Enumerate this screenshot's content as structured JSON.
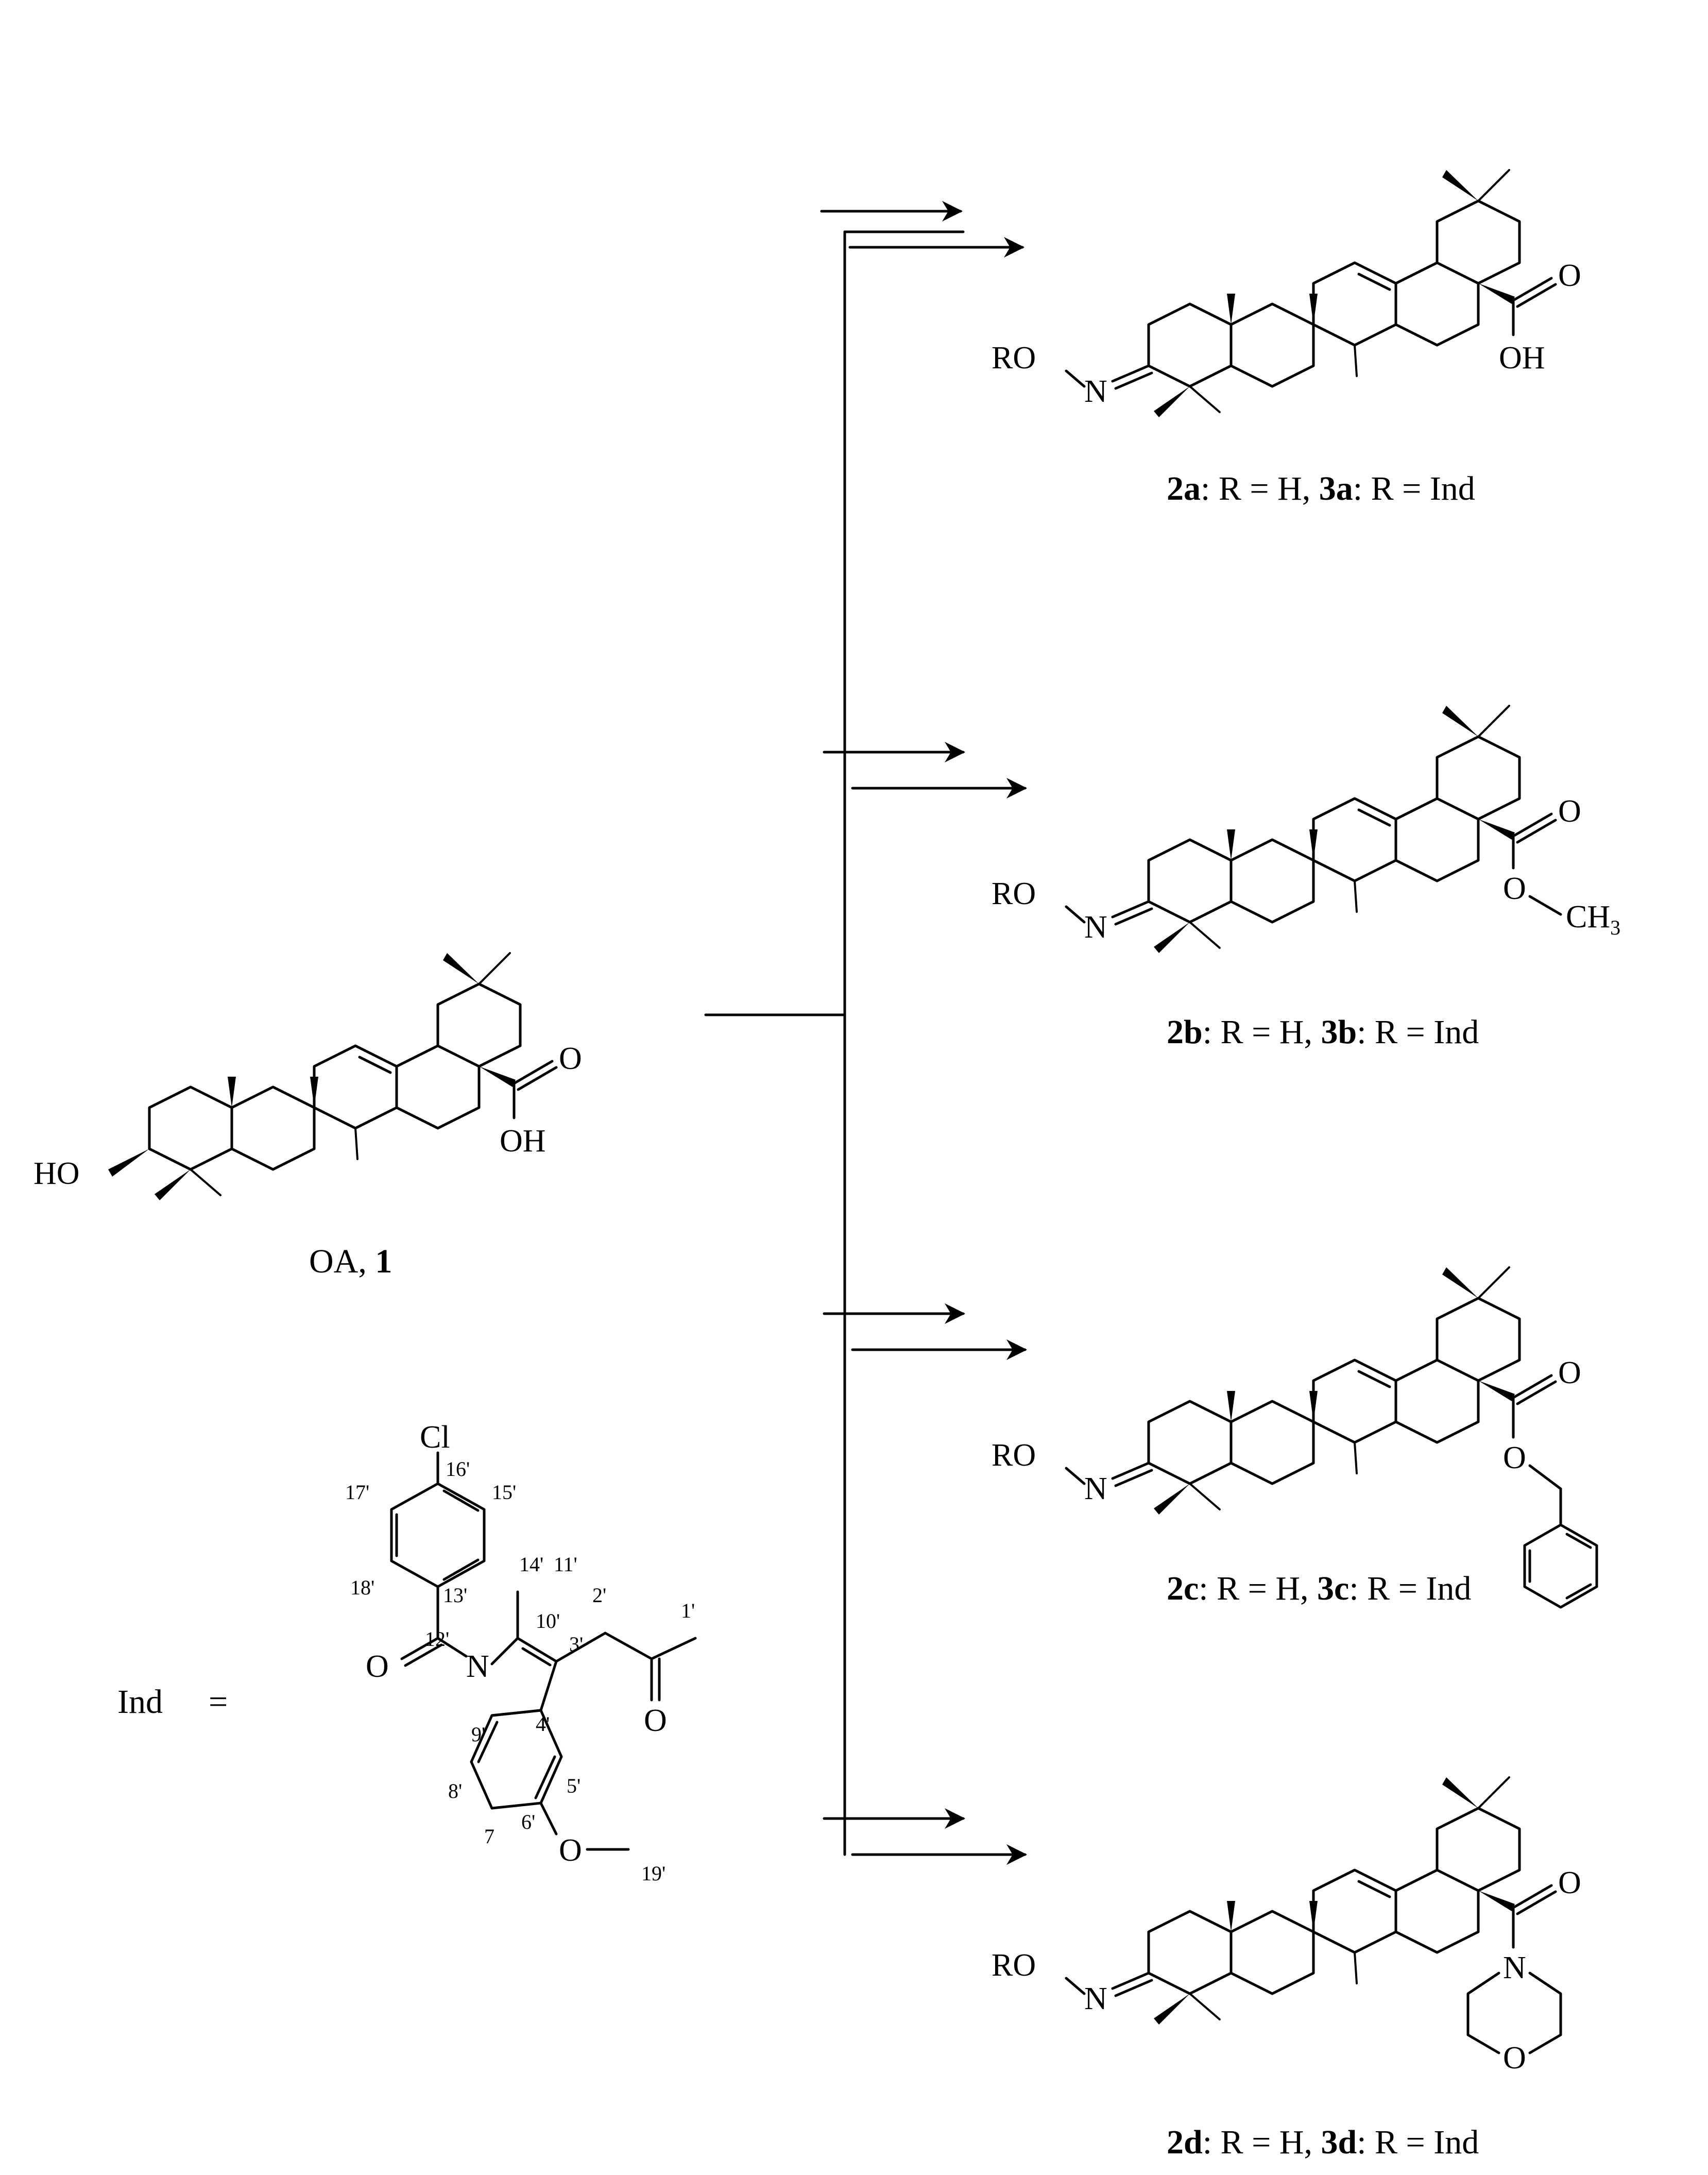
{
  "start": {
    "substituent": "HO",
    "acid_oxygen": "O",
    "acid_hydroxyl": "OH",
    "caption_prefix": "OA, ",
    "caption_num": "1"
  },
  "ind": {
    "label": "Ind",
    "equals": "=",
    "chlorine": "Cl",
    "nitrogen": "N",
    "o_amide": "O",
    "o_acyl": "O",
    "o_ether": "O",
    "numbers": [
      "1'",
      "2'",
      "3'",
      "4'",
      "5'",
      "6'",
      "7",
      "8'",
      "9'",
      "10'",
      "11'",
      "12'",
      "13'",
      "14'",
      "15'",
      "16'",
      "17'",
      "18'",
      "19'"
    ]
  },
  "products": [
    {
      "oxime_group": "RO",
      "oxime_n": "N",
      "tail": [
        "O",
        "OH"
      ],
      "caption": {
        "c1": "2a",
        "t1": ": R = H, ",
        "c2": "3a",
        "t2": ": R = Ind"
      }
    },
    {
      "oxime_group": "RO",
      "oxime_n": "N",
      "tail": [
        "O",
        "O",
        "CH",
        "3"
      ],
      "caption": {
        "c1": "2b",
        "t1": ": R = H, ",
        "c2": "3b",
        "t2": ": R = Ind"
      }
    },
    {
      "oxime_group": "RO",
      "oxime_n": "N",
      "tail": [
        "O",
        "O"
      ],
      "caption": {
        "c1": "2c",
        "t1": ": R = H, ",
        "c2": "3c",
        "t2": ": R = Ind"
      }
    },
    {
      "oxime_group": "RO",
      "oxime_n": "N",
      "tail": [
        "O",
        "N",
        "O"
      ],
      "caption": {
        "c1": "2d",
        "t1": ": R = H, ",
        "c2": "3d",
        "t2": ": R = Ind"
      }
    }
  ]
}
